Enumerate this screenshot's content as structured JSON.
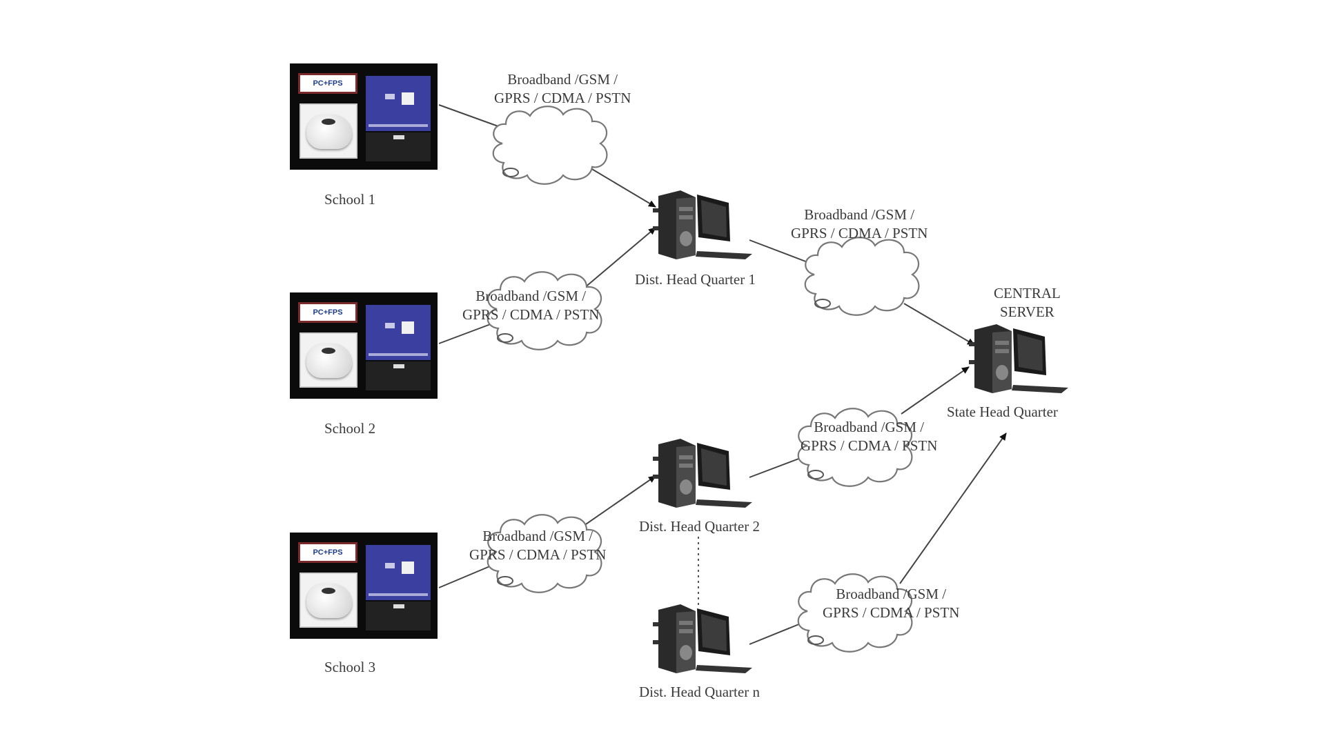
{
  "diagram": {
    "network_label_line1": "Broadband /GSM /",
    "network_label_line2": "GPRS / CDMA / PSTN",
    "device_tag": "PC+FPS",
    "schools": [
      {
        "name": "School 1"
      },
      {
        "name": "School 2"
      },
      {
        "name": "School 3"
      }
    ],
    "district_hqs": [
      {
        "name": "Dist. Head Quarter 1"
      },
      {
        "name": "Dist. Head Quarter 2"
      },
      {
        "name": "Dist. Head Quarter n"
      }
    ],
    "central": {
      "title_line1": "CENTRAL",
      "title_line2": "SERVER",
      "name": "State Head Quarter"
    },
    "connections": [
      {
        "from": "School 1",
        "to": "Dist. Head Quarter 1",
        "via": "network cloud",
        "arrow": true
      },
      {
        "from": "School 2",
        "to": "Dist. Head Quarter 1",
        "via": "network cloud",
        "arrow": true
      },
      {
        "from": "School 3",
        "to": "Dist. Head Quarter 2",
        "via": "network cloud",
        "arrow": true
      },
      {
        "from": "Dist. Head Quarter 1",
        "to": "State Head Quarter",
        "via": "network cloud",
        "arrow": true
      },
      {
        "from": "Dist. Head Quarter 2",
        "to": "State Head Quarter",
        "via": "network cloud",
        "arrow": true
      },
      {
        "from": "Dist. Head Quarter n",
        "to": "State Head Quarter",
        "via": "network cloud",
        "arrow": true
      },
      {
        "from": "Dist. Head Quarter 2",
        "to": "Dist. Head Quarter n",
        "via": "",
        "style": "dotted"
      }
    ]
  }
}
